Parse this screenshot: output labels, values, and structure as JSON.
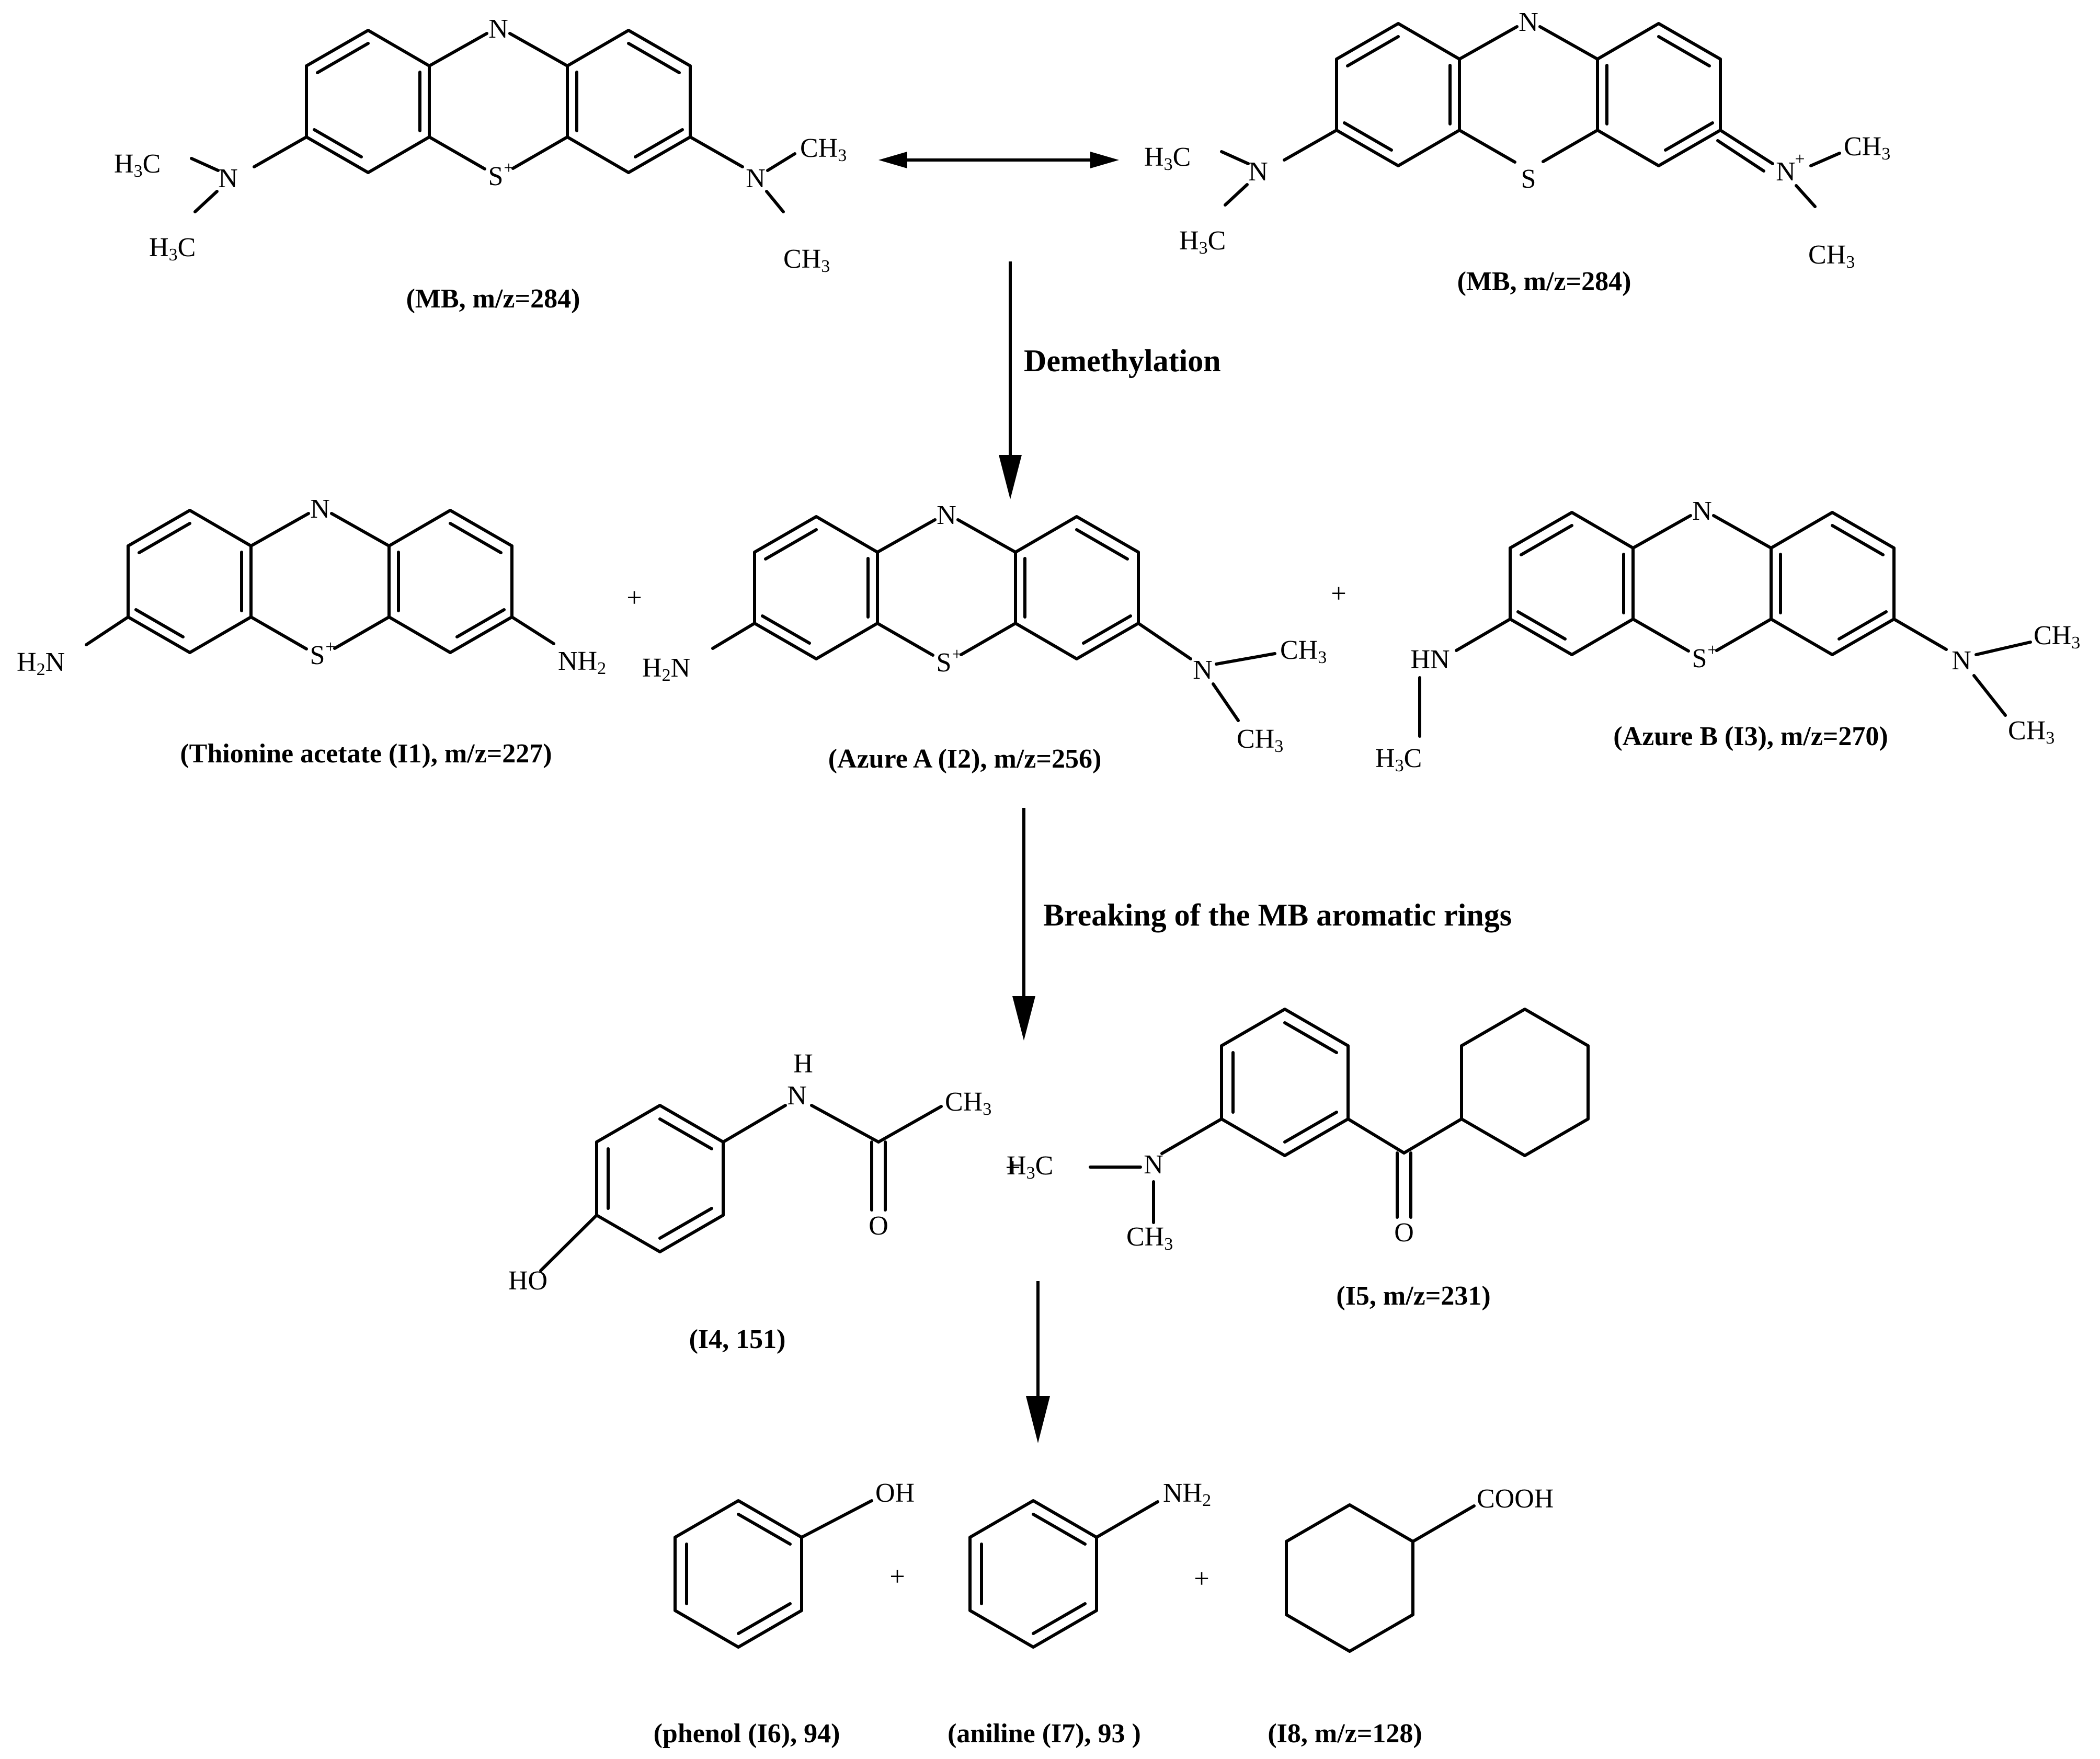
{
  "atoms": {
    "N": "N",
    "S": "S",
    "S_plus": "S",
    "N_plus": "N",
    "plus_sign": "+",
    "H3C": "H",
    "H3C_sub": "3",
    "H3C_tail": "C",
    "CH3": "CH",
    "CH3_sub": "3",
    "H2N": "H",
    "H2N_sub": "2",
    "H2N_tail": "N",
    "NH2": "NH",
    "NH2_sub": "2",
    "HN": "HN",
    "H": "H",
    "O": "O",
    "HO": "HO",
    "OH": "OH",
    "COOH": "COOH"
  },
  "captions": {
    "mb_left": "(MB, m/z=284)",
    "mb_right": "(MB, m/z=284)",
    "i1": "(Thionine acetate (I1), m/z=227)",
    "i2": "(Azure A (I2), m/z=256)",
    "i3": "(Azure B (I3), m/z=270)",
    "i4": "(I4, 151)",
    "i5": "(I5, m/z=231)",
    "i6": "(phenol (I6), 94)",
    "i7": "(aniline (I7), 93 )",
    "i8": "(I8, m/z=128)"
  },
  "steps": {
    "step1": "Demethylation",
    "step2": "Breaking of the MB aromatic rings"
  },
  "plus": "+"
}
